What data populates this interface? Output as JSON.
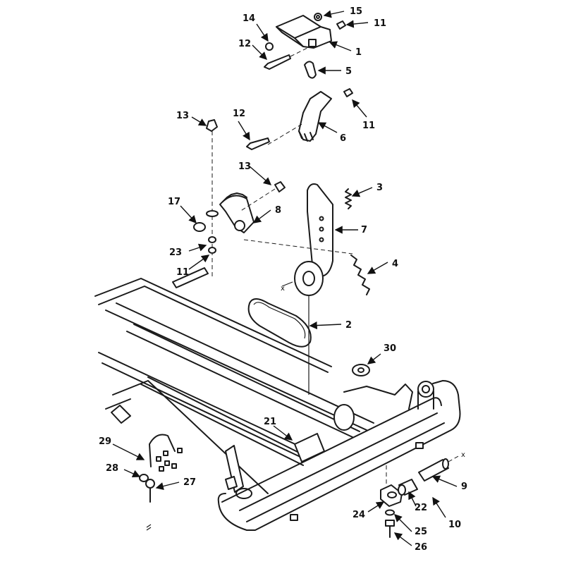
{
  "callouts": [
    {
      "id": "c1",
      "label": "1"
    },
    {
      "id": "c2",
      "label": "2"
    },
    {
      "id": "c3",
      "label": "3"
    },
    {
      "id": "c4",
      "label": "4"
    },
    {
      "id": "c5",
      "label": "5"
    },
    {
      "id": "c6",
      "label": "6"
    },
    {
      "id": "c7",
      "label": "7"
    },
    {
      "id": "c8",
      "label": "8"
    },
    {
      "id": "c9",
      "label": "9"
    },
    {
      "id": "c10",
      "label": "10"
    },
    {
      "id": "c11a",
      "label": "11"
    },
    {
      "id": "c11b",
      "label": "11"
    },
    {
      "id": "c11c",
      "label": "11"
    },
    {
      "id": "c12a",
      "label": "12"
    },
    {
      "id": "c12b",
      "label": "12"
    },
    {
      "id": "c13a",
      "label": "13"
    },
    {
      "id": "c13b",
      "label": "13"
    },
    {
      "id": "c14",
      "label": "14"
    },
    {
      "id": "c15",
      "label": "15"
    },
    {
      "id": "c17",
      "label": "17"
    },
    {
      "id": "c21",
      "label": "21"
    },
    {
      "id": "c22",
      "label": "22"
    },
    {
      "id": "c23",
      "label": "23"
    },
    {
      "id": "c24",
      "label": "24"
    },
    {
      "id": "c25",
      "label": "25"
    },
    {
      "id": "c26",
      "label": "26"
    },
    {
      "id": "c27",
      "label": "27"
    },
    {
      "id": "c28",
      "label": "28"
    },
    {
      "id": "c29",
      "label": "29"
    },
    {
      "id": "c30",
      "label": "30"
    }
  ],
  "alignment_marks": {
    "x_top": "x",
    "x_right": "x"
  }
}
